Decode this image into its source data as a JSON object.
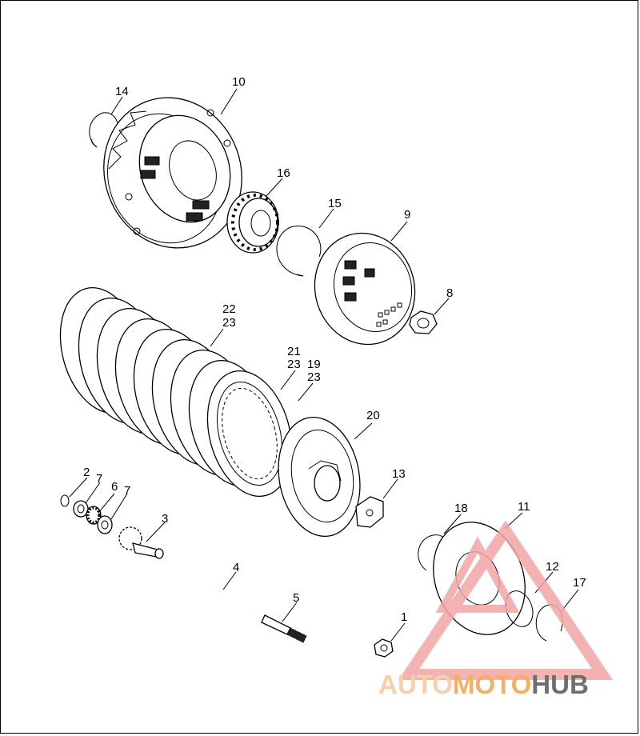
{
  "callouts": {
    "c1": "1",
    "c2": "2",
    "c3": "3",
    "c4": "4",
    "c5": "5",
    "c6": "6",
    "c7a": "7",
    "c7b": "7",
    "c8": "8",
    "c9": "9",
    "c10": "10",
    "c11": "11",
    "c12": "12",
    "c13": "13",
    "c14": "14",
    "c15": "15",
    "c16": "16",
    "c17": "17",
    "c18": "18",
    "c19": "19",
    "c20": "20",
    "c21": "21",
    "c22": "22",
    "c23a": "23",
    "c23b": "23",
    "c23c": "23"
  },
  "watermark": {
    "word1": "AUTO",
    "word2": "MOTO",
    "word3": "HUB",
    "color_auto": "#f5c89a",
    "color_moto": "#f4a04a",
    "color_hub": "#555555",
    "triangle_color": "#f3a6a6"
  }
}
